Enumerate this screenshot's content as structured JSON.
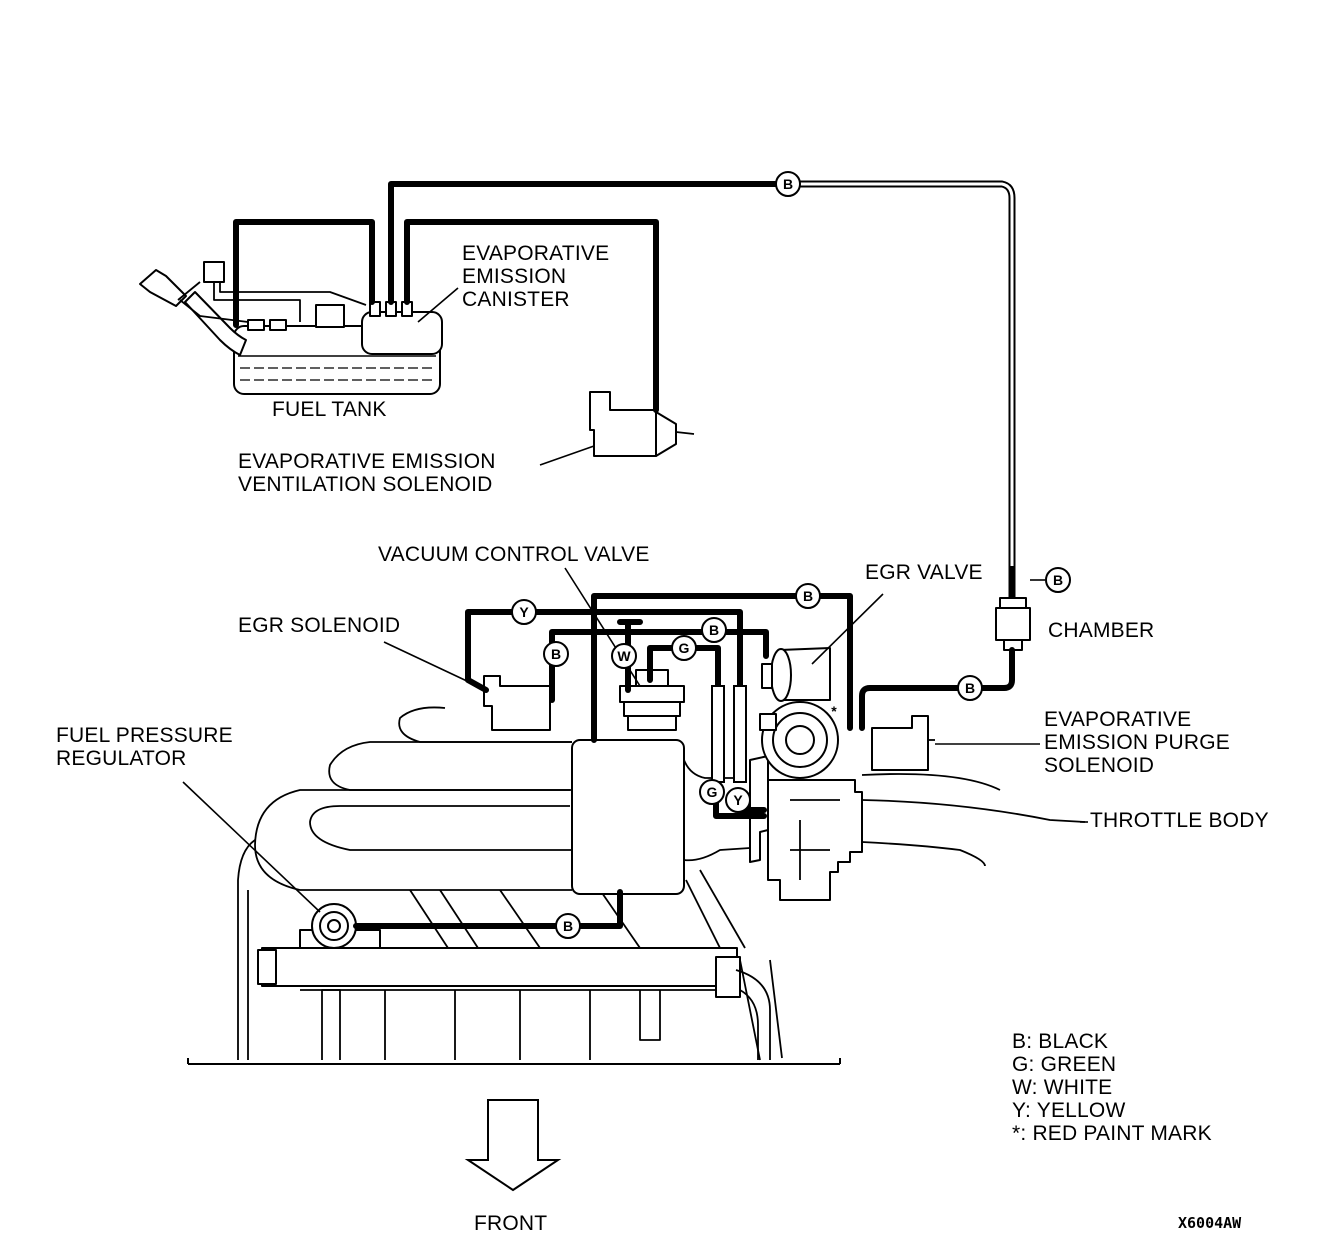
{
  "labels": {
    "canister_1": "EVAPORATIVE",
    "canister_2": "EMISSION",
    "canister_3": "CANISTER",
    "fuel_tank": "FUEL TANK",
    "vent_solenoid_1": "EVAPORATIVE EMISSION",
    "vent_solenoid_2": "VENTILATION SOLENOID",
    "vacuum_control_valve": "VACUUM CONTROL VALVE",
    "egr_valve": "EGR VALVE",
    "egr_solenoid": "EGR SOLENOID",
    "chamber": "CHAMBER",
    "purge_solenoid_1": "EVAPORATIVE",
    "purge_solenoid_2": "EMISSION PURGE",
    "purge_solenoid_3": "SOLENOID",
    "fuel_pressure_regulator_1": "FUEL PRESSURE",
    "fuel_pressure_regulator_2": "REGULATOR",
    "throttle_body": "THROTTLE BODY",
    "front": "FRONT"
  },
  "hose_tags": {
    "black": "B",
    "green": "G",
    "white": "W",
    "yellow": "Y",
    "red_paint": "*"
  },
  "legend": {
    "b": "B: BLACK",
    "g": "G: GREEN",
    "w": "W: WHITE",
    "y": "Y: YELLOW",
    "star": "*: RED PAINT MARK"
  },
  "figure_code": "X6004AW"
}
